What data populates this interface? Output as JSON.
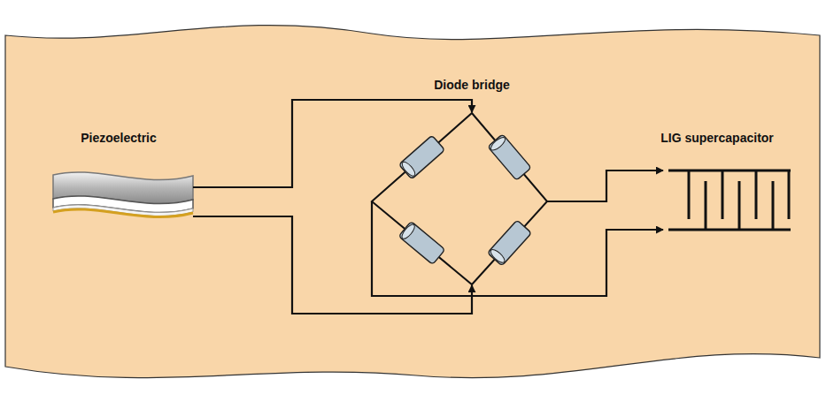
{
  "diagram": {
    "labels": [
      "Piezoelectric",
      "Diode bridge",
      "LIG supercapacitor"
    ]
  }
}
